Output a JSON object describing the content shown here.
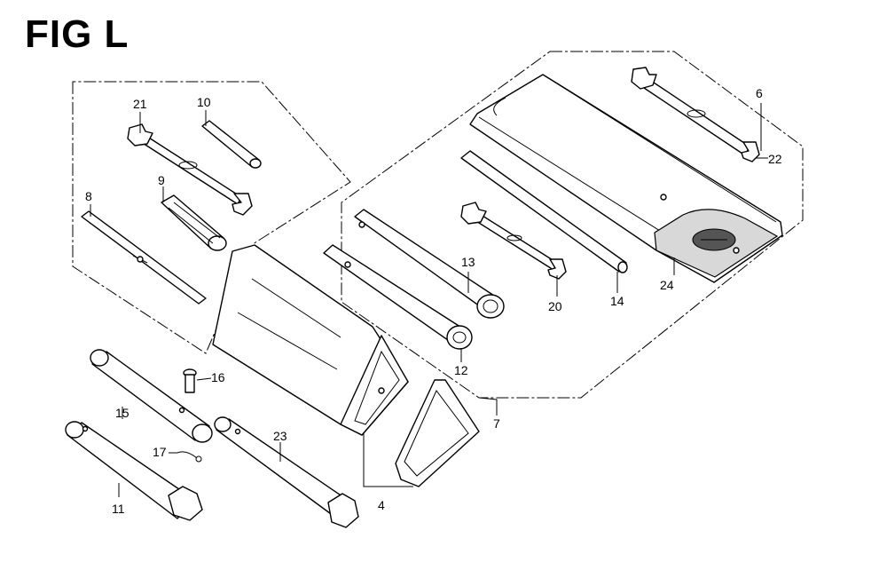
{
  "figure": {
    "title": "FIG L"
  },
  "callouts": [
    {
      "id": "6",
      "text": "6"
    },
    {
      "id": "22",
      "text": "22"
    },
    {
      "id": "24",
      "text": "24"
    },
    {
      "id": "14",
      "text": "14"
    },
    {
      "id": "20",
      "text": "20"
    },
    {
      "id": "13",
      "text": "13"
    },
    {
      "id": "12",
      "text": "12"
    },
    {
      "id": "7",
      "text": "7"
    },
    {
      "id": "21",
      "text": "21"
    },
    {
      "id": "10",
      "text": "10"
    },
    {
      "id": "9",
      "text": "9"
    },
    {
      "id": "8",
      "text": "8"
    },
    {
      "id": "16",
      "text": "16"
    },
    {
      "id": "15",
      "text": "15"
    },
    {
      "id": "23",
      "text": "23"
    },
    {
      "id": "17",
      "text": "17"
    },
    {
      "id": "11",
      "text": "11"
    },
    {
      "id": "4",
      "text": "4"
    }
  ]
}
